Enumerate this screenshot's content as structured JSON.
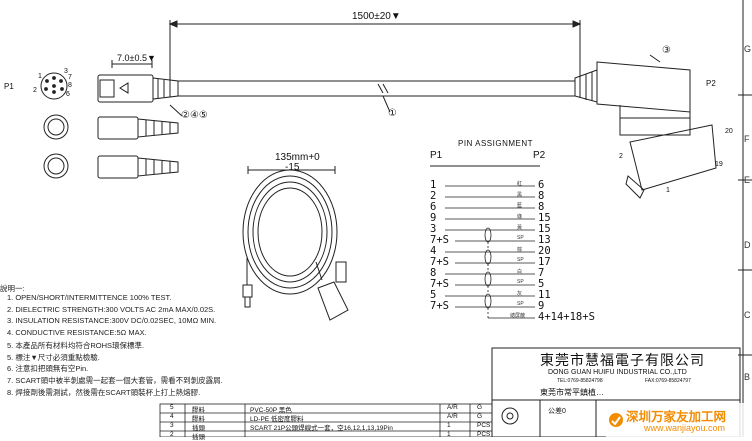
{
  "dimensions": {
    "length": "1500±20▼",
    "strip": "7.0±0.5▼",
    "coil_top": "135mm+0",
    "coil_bottom": "-15"
  },
  "labels": {
    "p1_left": "P1",
    "p2_right": "P2",
    "callout_1": "①",
    "callout_3": "③",
    "callout_245": "②④⑤",
    "scart_20": "20",
    "scart_2": "2",
    "scart_19": "19",
    "scart_1": "1",
    "din_pins": {
      "p1": "1",
      "p3": "3",
      "p7": "7",
      "p8": "8",
      "p2": "2",
      "p6": "6"
    }
  },
  "pin_assignment": {
    "title": "PIN ASSIGNMENT",
    "col_left": "P1",
    "col_right": "P2",
    "rows": [
      {
        "left": "1",
        "right": "6",
        "wire": "紅"
      },
      {
        "left": "2",
        "right": "8",
        "wire": "黑"
      },
      {
        "left": "6",
        "right": "8",
        "wire": "藍"
      },
      {
        "left": "9",
        "right": "15",
        "wire": "綠"
      },
      {
        "left": "3",
        "right": "15",
        "wire": "黃"
      },
      {
        "left": "7+S",
        "right": "13",
        "wire": "SP"
      },
      {
        "left": "4",
        "right": "20",
        "wire": "棕"
      },
      {
        "left": "7+S",
        "right": "17",
        "wire": "SP"
      },
      {
        "left": "8",
        "right": "7",
        "wire": "白"
      },
      {
        "left": "7+S",
        "right": "5",
        "wire": "SP"
      },
      {
        "left": "5",
        "right": "11",
        "wire": "灰"
      },
      {
        "left": "7+S",
        "right": "9",
        "wire": "SP"
      },
      {
        "left": "",
        "right": "4+14+18+S",
        "wire": "總屏蔽"
      }
    ]
  },
  "notes": {
    "header": "說明一:",
    "items": [
      "1. OPEN/SHORT/INTERMITTENCE 100% TEST.",
      "2. DIELECTRIC STRENGTH:300 VOLTS AC 2mA MAX/0.02S.",
      "3. INSULATION RESISTANCE:300V DC/0.02SEC, 10MΩ MIN.",
      "4. CONDUCTIVE RESISTANCE:5Ω MAX.",
      "5. 本產品所有材料均符合ROHS環保標準.",
      "5. 標注▼尺寸必須重點檢驗.",
      "6. 注意扣把頭無有空Pin.",
      "7. SCART頭中被半剝處需一起套一個大套管，需看不到剝皮露屑.",
      "8. 焊接劑後需測試，然後需在SCART頭裝杯上打上熱熔膠."
    ]
  },
  "company": {
    "name_cn": "東莞市慧福電子有限公司",
    "name_en": "DONG GUAN HUIFU INDUSTRIAL CO.,LTD",
    "tel": "TEL:0769-85824798",
    "fax": "FAX:0769-85824797",
    "sub": "東莞市常平鎮植…",
    "tolerance": "公差0"
  },
  "bom": [
    {
      "item": "5",
      "name": "膠料",
      "spec": "PVC-50P 黑色",
      "u1": "A/R",
      "u2": "G"
    },
    {
      "item": "4",
      "name": "膠料",
      "spec": "LD-PE 低密度膠料",
      "u1": "A/R",
      "u2": "G"
    },
    {
      "item": "3",
      "name": "插頭",
      "spec": "SCART 21P公頭焊線式一套，空16,12,1,13,19Pin",
      "u1": "1",
      "u2": "PCS"
    },
    {
      "item": "2",
      "name": "插頭",
      "spec": "",
      "u1": "1",
      "u2": "PCS"
    }
  ],
  "edge_letters": [
    "G",
    "F",
    "E",
    "D",
    "C",
    "B"
  ],
  "watermark": {
    "cn": "深圳万家友加工网",
    "url": "www.wanjiayou.com"
  },
  "colors": {
    "line": "#222222",
    "accent": "#d9531e",
    "watermark": "#f28c00"
  }
}
